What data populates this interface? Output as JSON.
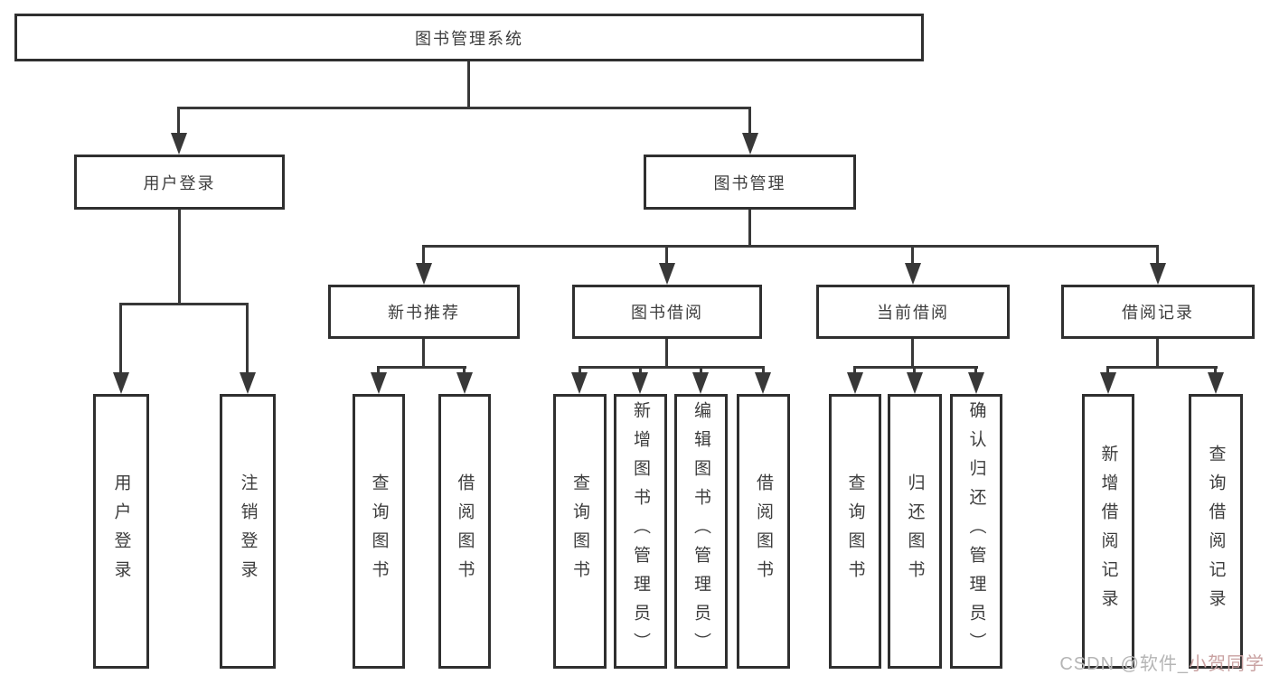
{
  "root": {
    "label": "图书管理系统"
  },
  "level2": [
    {
      "label": "用户登录"
    },
    {
      "label": "图书管理"
    }
  ],
  "level3": [
    {
      "label": "新书推荐"
    },
    {
      "label": "图书借阅"
    },
    {
      "label": "当前借阅"
    },
    {
      "label": "借阅记录"
    }
  ],
  "leaves": [
    {
      "label": "用户登录"
    },
    {
      "label": "注销登录"
    },
    {
      "label": "查询图书"
    },
    {
      "label": "借阅图书"
    },
    {
      "label": "查询图书"
    },
    {
      "label": "新增图书（管理员）"
    },
    {
      "label": "编辑图书（管理员）"
    },
    {
      "label": "借阅图书"
    },
    {
      "label": "查询图书"
    },
    {
      "label": "归还图书"
    },
    {
      "label": "确认归还（管理员）"
    },
    {
      "label": "新增借阅记录"
    },
    {
      "label": "查询借阅记录"
    }
  ],
  "watermark": {
    "prefix": "CSDN @软件_",
    "suffix": "小贺同学"
  },
  "colors": {
    "line": "#383838",
    "box_border": "#2f2f2f",
    "text": "#3d3d3d",
    "watermark": "#b5b5b5",
    "watermark_accent": "#c9a2a2"
  }
}
